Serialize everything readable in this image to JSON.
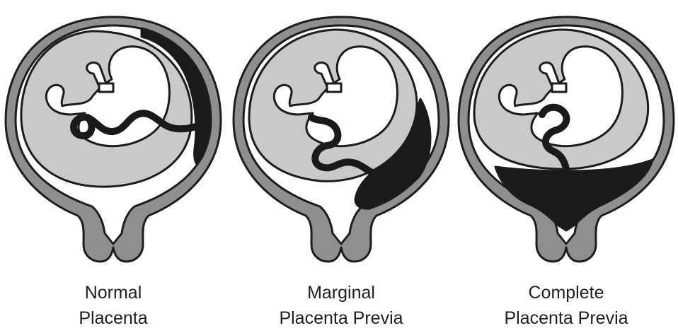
{
  "figure": {
    "panels": [
      {
        "id": "normal",
        "line1": "Normal",
        "line2": "Placenta"
      },
      {
        "id": "marginal",
        "line1": "Marginal",
        "line2": "Placenta Previa"
      },
      {
        "id": "complete",
        "line1": "Complete",
        "line2": "Placenta Previa"
      }
    ]
  },
  "colors": {
    "uterus_wall": "#8f8f8f",
    "amniotic_sac": "#c9c9c9",
    "placenta": "#1a1a1a",
    "outline": "#1c1c1c",
    "cavity": "#ffffff"
  }
}
